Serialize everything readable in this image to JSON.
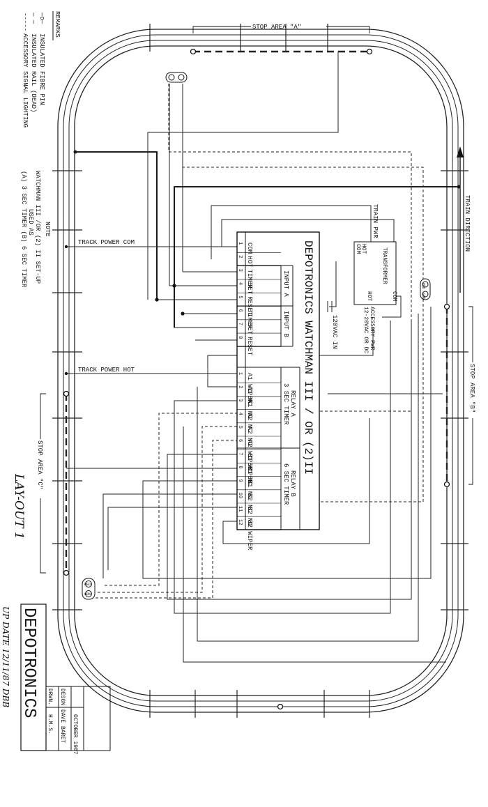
{
  "remarks": {
    "heading": "REMARKS",
    "items": [
      {
        "symbol": "—o—",
        "label": "INSULATED FIBRE PIN"
      },
      {
        "symbol": "— —",
        "label": "INSULATED RAIL (DEAD)"
      },
      {
        "symbol": "-----",
        "label": "ACCESSORY SIGNAL LIGHTING"
      }
    ]
  },
  "note": {
    "heading": "NOTE",
    "lines": [
      "WATCHMAN III /OR (2) II SET-UP",
      "USED AS",
      "(A) 3 SEC TIMER (B) 6 SEC TIMER"
    ]
  },
  "labels": {
    "stop_a": "STOP AREA \"A\"",
    "stop_b": "STOP AREA \"B\"",
    "stop_c": "STOP AREA \"C\"",
    "train_direction": "TRAIN DIRECTION",
    "train_pwr": "TRAIN PWR",
    "track_power_com": "TRACK POWER COM",
    "track_power_hot": "TRACK POWER HOT",
    "vac_in": "120VAC IN",
    "accessory_pwr": "ACCESSORY PWR",
    "accessory_volts": "12-20VAC OR DC",
    "transformer_title": "TRANSFORMER",
    "transformer_terms": [
      "HOT",
      "COM",
      "HOT",
      "COM"
    ]
  },
  "device": {
    "title": "DEPOTRONICS  WATCHMAN  III  /  OR  (2)II",
    "input_a": "INPUT A",
    "input_b": "INPUT B",
    "relay_a": [
      "RELAY A",
      "3 SEC TIMER"
    ],
    "relay_b": [
      "RELAY B",
      "6 SEC TIMER"
    ],
    "top_terminals": [
      {
        "num": "1",
        "label": "COM"
      },
      {
        "num": "2",
        "label": "HOT"
      },
      {
        "num": "3",
        "label": "TIMER"
      },
      {
        "num": "4",
        "label": "SET"
      },
      {
        "num": "5",
        "label": "RESET"
      },
      {
        "num": "6",
        "label": "TIMER"
      },
      {
        "num": "7",
        "label": "SET"
      },
      {
        "num": "8",
        "label": "RESET"
      }
    ],
    "relay_terminals": [
      {
        "num": "1",
        "label": "A1 WIPER"
      },
      {
        "num": "2",
        "label": "A1 NC"
      },
      {
        "num": "3",
        "label": "A1 NO"
      },
      {
        "num": "4",
        "label": "A2 NC"
      },
      {
        "num": "5",
        "label": "A2 NO"
      },
      {
        "num": "6",
        "label": "A2 WIPER"
      },
      {
        "num": "7",
        "label": "B1 WIPER"
      },
      {
        "num": "8",
        "label": "B1 NC"
      },
      {
        "num": "9",
        "label": "B1 NO"
      },
      {
        "num": "10",
        "label": "B2 NC"
      },
      {
        "num": "11",
        "label": "B2 NO"
      },
      {
        "num": "12",
        "label": "B2 WIPER"
      }
    ]
  },
  "signal_labels": [
    "RED",
    "GRN"
  ],
  "title_block": {
    "company": "DEPOTRONICS",
    "date": "OCTOBER 1987",
    "design_label": "DESGN",
    "designer": "DAVE BARET",
    "drawn_label": "DRWN.",
    "drawer": "H.M.S."
  },
  "handwritten": {
    "layout": "LAY-OUT 1",
    "update": "UP DATE 12/11/87 DBB"
  }
}
